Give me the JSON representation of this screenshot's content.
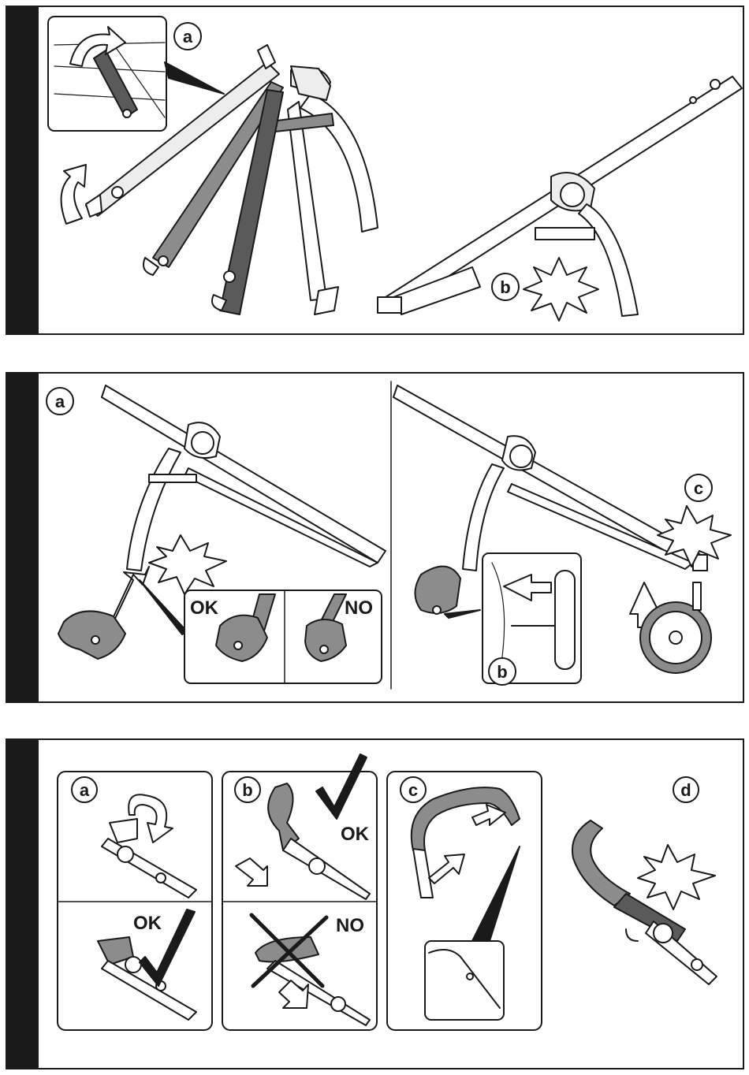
{
  "panel1": {
    "callout_a": "a",
    "callout_b": "b"
  },
  "panel2": {
    "callout_a": "a",
    "callout_b": "b",
    "callout_c": "c",
    "ok_label": "OK",
    "no_label": "NO"
  },
  "panel3": {
    "callout_a": "a",
    "callout_b": "b",
    "callout_c": "c",
    "callout_d": "d",
    "ok_label_a": "OK",
    "ok_label_b": "OK",
    "no_label_b": "NO"
  },
  "colors": {
    "ink": "#1a1a1a",
    "light_fill": "#ededed",
    "mid_fill": "#8c8c8c",
    "dark_fill": "#5a5a5a"
  }
}
